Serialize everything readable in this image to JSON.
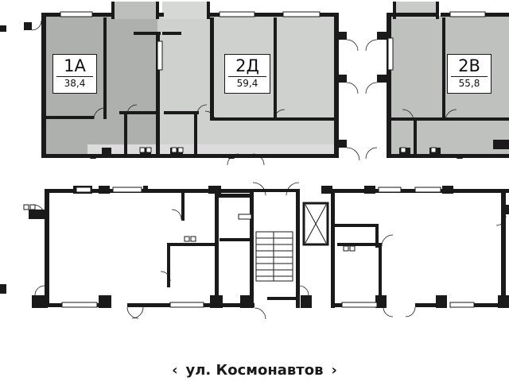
{
  "apartments": [
    {
      "number": "1А",
      "area": "38,4"
    },
    {
      "number": "2Д",
      "area": "59,4"
    },
    {
      "number": "2В",
      "area": "55,8"
    }
  ],
  "street": {
    "name": "ул. Космонавтов",
    "prev_symbol": "‹",
    "next_symbol": "›"
  },
  "colors": {
    "walls": "#1a1a1a",
    "apartment_1A": "#aeb0ae",
    "apartment_2D": "#cfd1cf",
    "apartment_2V": "#bfc1bf",
    "corridor": "#dcdcdc",
    "background": "#ffffff"
  }
}
